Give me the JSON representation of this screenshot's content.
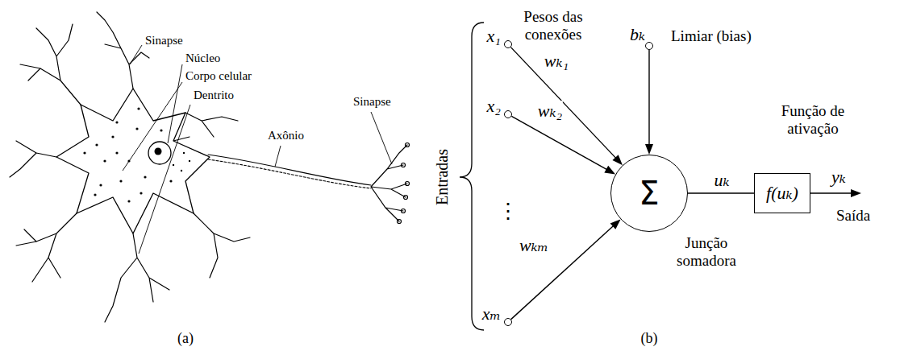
{
  "diagram": {
    "nodes": [
      {
        "text": [
          "x₁"
        ]
      },
      {
        "text": [
          "x₂"
        ]
      },
      {
        "text": [
          "xₘ"
        ]
      },
      {
        "text": [
          "bₖ"
        ]
      },
      {
        "text": [
          "Σ",
          "Junção somadora"
        ]
      },
      {
        "text": [
          "f(uₖ)",
          "Função de ativação"
        ]
      }
    ],
    "edges": [
      {
        "from": 0,
        "to": 4,
        "label": "wₖ₁",
        "arrow": "to"
      },
      {
        "from": 1,
        "to": 4,
        "label": "wₖ₂",
        "arrow": "to"
      },
      {
        "from": 2,
        "to": 4,
        "label": "wₖₘ",
        "arrow": "to"
      },
      {
        "from": 3,
        "to": 4,
        "arrow": "to"
      },
      {
        "from": 4,
        "to": 5,
        "label": "uₖ",
        "arrow": "none"
      }
    ],
    "labels": [
      "Sinapse",
      "Núcleo",
      "Corpo celular",
      "Dentrito",
      "Axônio",
      "Sinapse",
      "(a)",
      "Entradas",
      "Pesos das conexões",
      "Limiar (bias)",
      "⋮",
      "yₖ",
      "Saída",
      "(b)"
    ]
  }
}
